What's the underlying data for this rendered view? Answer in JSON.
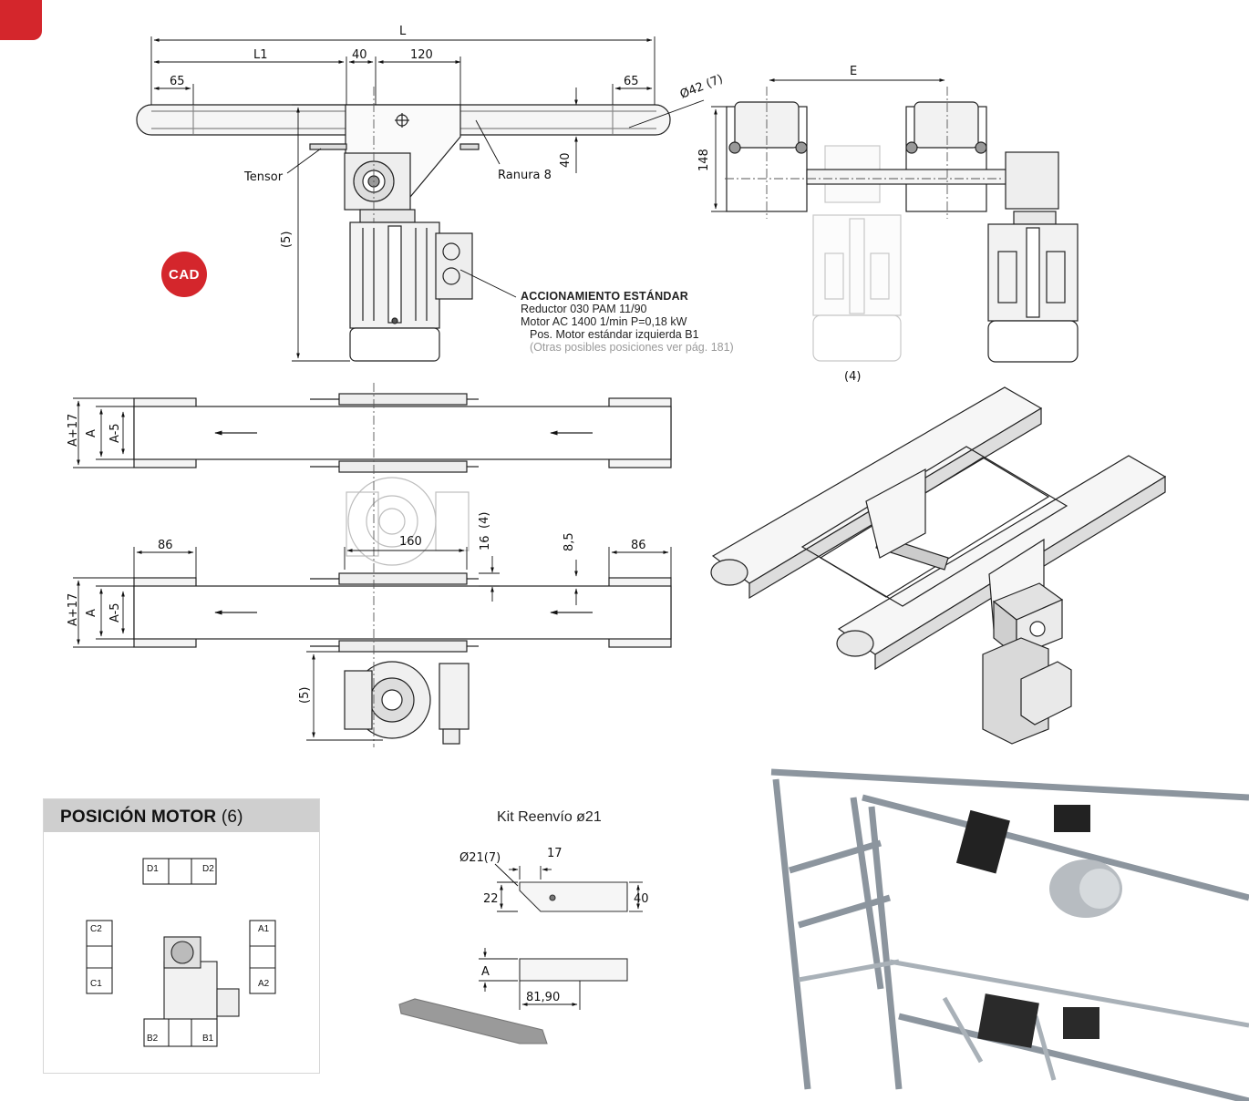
{
  "top_view": {
    "dims": {
      "L": "L",
      "L1": "L1",
      "d40": "40",
      "d120": "120",
      "d65a": "65",
      "d65b": "65",
      "dia": "Ø42 (7)",
      "v40": "40",
      "v5": "(5)"
    },
    "labels": {
      "tensor": "Tensor",
      "ranura": "Ranura 8"
    }
  },
  "cad_badge": "CAD",
  "drive": {
    "title": "ACCIONAMIENTO ESTÁNDAR",
    "line1": "Reductor 030 PAM 11/90",
    "line2": "Motor AC 1400 1/min P=0,18 kW",
    "line3": "Pos. Motor estándar izquierda B1",
    "line4": "(Otras posibles posiciones ver pág. 181)"
  },
  "side_view": {
    "E": "E",
    "h148": "148",
    "n4": "(4)"
  },
  "plan_view": {
    "a17a": "A+17",
    "aa": "A",
    "a5a": "A-5",
    "a17b": "A+17",
    "ab": "A",
    "a5b": "A-5",
    "d86a": "86",
    "d86b": "86",
    "d160": "160",
    "d16": "16",
    "d85": "8,5",
    "n4": "(4)",
    "n5": "(5)"
  },
  "motor_position": {
    "title": "POSICIÓN MOTOR",
    "note": "(6)",
    "codes": {
      "d1": "D1",
      "d2": "D2",
      "c1": "C1",
      "c2": "C2",
      "a1": "A1",
      "a2": "A2",
      "b1": "B1",
      "b2": "B2"
    }
  },
  "kit": {
    "title": "Kit Reenvío ø21",
    "dia": "Ø21(7)",
    "d17": "17",
    "d22": "22",
    "d40": "40",
    "a": "A",
    "d8190": "81,90"
  }
}
